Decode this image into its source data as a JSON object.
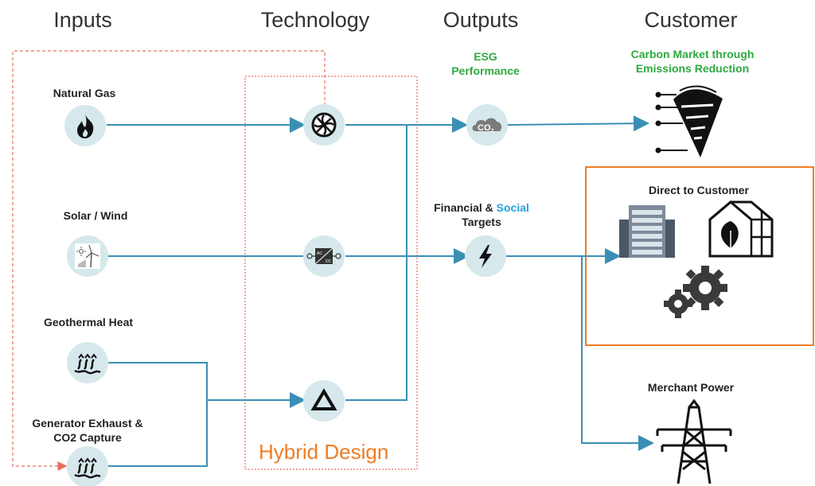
{
  "headers": {
    "inputs": "Inputs",
    "technology": "Technology",
    "outputs": "Outputs",
    "customer": "Customer"
  },
  "inputs": {
    "natural_gas": "Natural Gas",
    "solar_wind": "Solar / Wind",
    "geothermal": "Geothermal Heat",
    "generator_line1": "Generator Exhaust &",
    "generator_line2": "CO2 Capture"
  },
  "outputs": {
    "esg_line1": "ESG",
    "esg_line2": "Performance",
    "financial_part1": "Financial &",
    "financial_part2": "Social",
    "financial_line2": "Targets"
  },
  "customer": {
    "carbon_line1": "Carbon Market through",
    "carbon_line2": "Emissions Reduction",
    "direct": "Direct to Customer",
    "merchant": "Merchant Power"
  },
  "hybrid_label": "Hybrid Design",
  "colors": {
    "line": "#3a8fb5",
    "accent_orange": "#ee7c24",
    "dashed_red": "#e8705e",
    "green": "#2eaa3f",
    "social_blue": "#21a3dd",
    "node_fill": "#d6e8ec"
  },
  "icons": [
    "flame-icon",
    "solar-wind-icon",
    "heat-icon",
    "heat-exhaust-icon",
    "turbine-icon",
    "inverter-icon",
    "delta-icon",
    "co2-icon",
    "lightning-icon",
    "carbon-market-icon",
    "server-icon",
    "greenhouse-icon",
    "gears-icon",
    "power-tower-icon"
  ]
}
